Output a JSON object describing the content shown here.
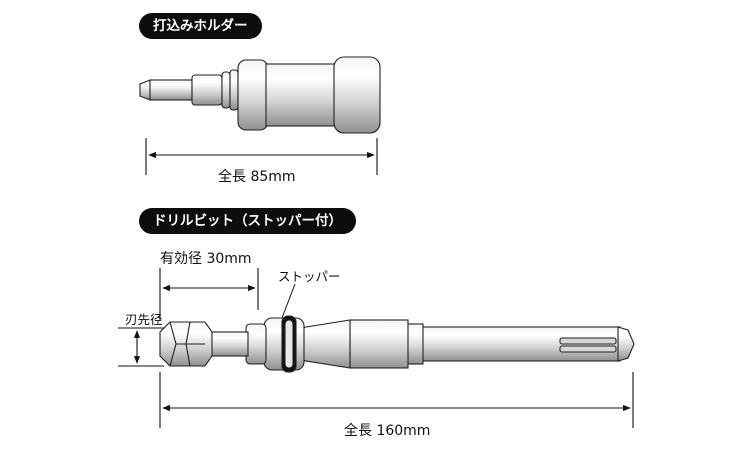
{
  "holder": {
    "title": "打込みホルダー",
    "length_label": "全長 85mm"
  },
  "drill_bit": {
    "title": "ドリルビット（ストッパー付）",
    "effective_diameter_label": "有効径 30mm",
    "stopper_label": "ストッパー",
    "tip_diameter_label": "刃先径",
    "length_label": "全長 160mm"
  }
}
